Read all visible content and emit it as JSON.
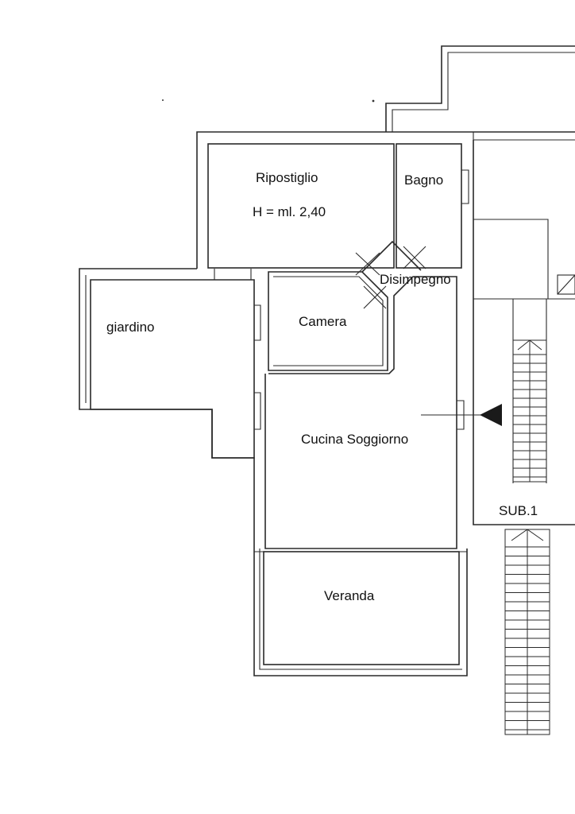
{
  "rooms": {
    "ripostiglio": "Ripostiglio",
    "height_note": "H = ml. 2,40",
    "bagno": "Bagno",
    "disimpegno": "Disimpegno",
    "camera": "Camera",
    "giardino": "giardino",
    "cucina_soggiorno": "Cucina Soggiorno",
    "veranda": "Veranda"
  },
  "unit_label": "SUB.1",
  "colors": {
    "line": "#2a2a2a",
    "text": "#111111",
    "background": "#ffffff"
  }
}
